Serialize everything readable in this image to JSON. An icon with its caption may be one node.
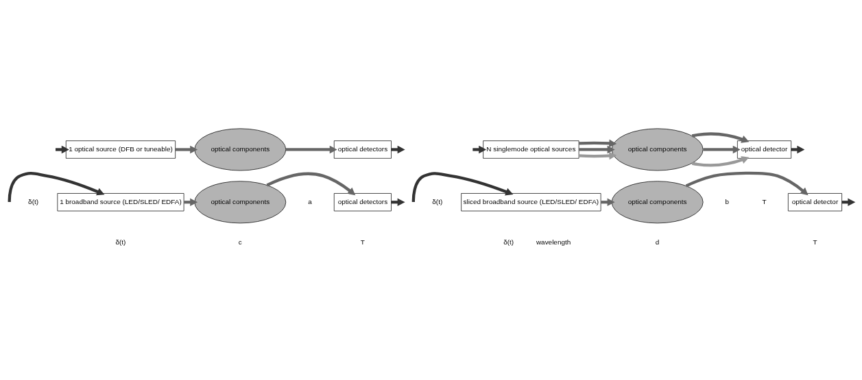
{
  "diagram": {
    "nodes": [
      {
        "text": [
          "1 optical source (DFB or tuneable)"
        ]
      },
      {
        "text": [
          "optical components"
        ]
      },
      {
        "text": [
          "optical detectors"
        ]
      },
      {
        "text": [
          "N singlemode optical sources"
        ]
      },
      {
        "text": [
          "optical components"
        ]
      },
      {
        "text": [
          "optical detector"
        ]
      },
      {
        "text": [
          "1 broadband source (LED/SLED/ EDFA)"
        ]
      },
      {
        "text": [
          "optical components"
        ]
      },
      {
        "text": [
          "optical detectors"
        ]
      },
      {
        "text": [
          "sliced broadband source (LED/SLED/ EDFA)"
        ]
      },
      {
        "text": [
          "optical components"
        ]
      },
      {
        "text": [
          "optical detector"
        ]
      }
    ],
    "edges": [
      {
        "from": null,
        "to": 0,
        "arrow": "to",
        "color": "#333333"
      },
      {
        "from": 0,
        "to": 1,
        "arrow": "to"
      },
      {
        "from": 1,
        "to": 2,
        "arrow": "to"
      },
      {
        "from": 2,
        "to": null,
        "arrow": "to",
        "color": "#333333"
      },
      {
        "from": null,
        "to": 3,
        "arrow": "to",
        "color": "#333333"
      },
      {
        "from": 3,
        "to": 4,
        "arrow": "to",
        "color": "#999999"
      },
      {
        "from": 3,
        "to": 4,
        "arrow": "to"
      },
      {
        "from": 3,
        "to": 4,
        "arrow": "to"
      },
      {
        "from": 4,
        "to": 5,
        "arrow": "to",
        "color": "#999999"
      },
      {
        "from": 4,
        "to": 5,
        "arrow": "to"
      },
      {
        "from": 4,
        "to": 5,
        "arrow": "to"
      },
      {
        "from": 5,
        "to": null,
        "arrow": "to",
        "color": "#333333"
      },
      {
        "from": null,
        "to": 6,
        "arrow": "to",
        "color": "#333333"
      },
      {
        "from": 6,
        "to": 7,
        "arrow": "to"
      },
      {
        "from": 7,
        "to": 8,
        "arrow": "to"
      },
      {
        "from": 8,
        "to": null,
        "arrow": "to",
        "color": "#333333"
      },
      {
        "from": null,
        "to": 9,
        "arrow": "to",
        "color": "#333333"
      },
      {
        "from": 9,
        "to": 10,
        "arrow": "to"
      },
      {
        "from": 10,
        "to": 11,
        "arrow": "to"
      },
      {
        "from": 11,
        "to": null,
        "arrow": "to",
        "color": "#333333"
      }
    ],
    "labels": [
      "δ(t)",
      "a",
      "δ(t)",
      "T",
      "b",
      "δ(t)",
      "T",
      "c",
      "δ(t)",
      "wavelength",
      "T",
      "d"
    ]
  }
}
